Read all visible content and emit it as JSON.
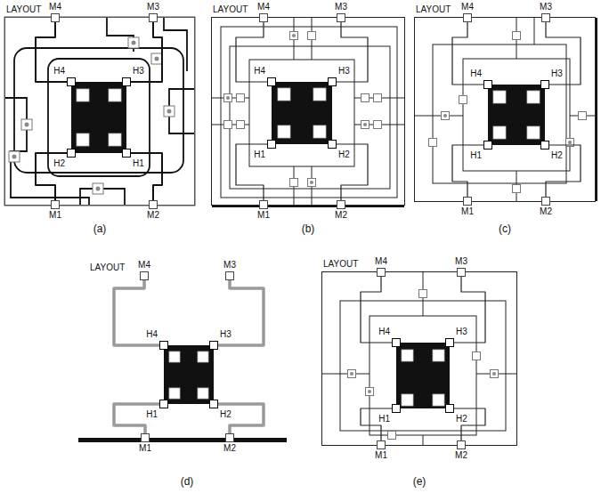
{
  "diagram": {
    "nodes": [
      {
        "text": [
          "LAYOUT"
        ]
      },
      {
        "text": [
          "M4"
        ],
        "in": 0
      },
      {
        "text": [
          "M3"
        ],
        "in": 0
      },
      {
        "text": [
          "H4"
        ],
        "in": 0
      },
      {
        "text": [
          "H3"
        ],
        "in": 0
      },
      {
        "text": [
          "H2"
        ],
        "in": 0
      },
      {
        "text": [
          "H1"
        ],
        "in": 0
      },
      {
        "text": [
          "M1"
        ],
        "in": 0
      },
      {
        "text": [
          "M2"
        ],
        "in": 0
      },
      {
        "text": [
          "LAYOUT"
        ]
      },
      {
        "text": [
          "M4"
        ],
        "in": 9
      },
      {
        "text": [
          "M3"
        ],
        "in": 9
      },
      {
        "text": [
          "H4"
        ],
        "in": 9
      },
      {
        "text": [
          "H3"
        ],
        "in": 9
      },
      {
        "text": [
          "H1"
        ],
        "in": 9
      },
      {
        "text": [
          "H2"
        ],
        "in": 9
      },
      {
        "text": [
          "M1"
        ],
        "in": 9
      },
      {
        "text": [
          "M2"
        ],
        "in": 9
      },
      {
        "text": [
          "LAYOUT"
        ]
      },
      {
        "text": [
          "M4"
        ],
        "in": 18
      },
      {
        "text": [
          "M3"
        ],
        "in": 18
      },
      {
        "text": [
          "H4"
        ],
        "in": 18
      },
      {
        "text": [
          "H3"
        ],
        "in": 18
      },
      {
        "text": [
          "H1"
        ],
        "in": 18
      },
      {
        "text": [
          "H2"
        ],
        "in": 18
      },
      {
        "text": [
          "M1"
        ],
        "in": 18
      },
      {
        "text": [
          "M2"
        ],
        "in": 18
      },
      {
        "text": [
          "LAYOUT"
        ]
      },
      {
        "text": [
          "M4"
        ],
        "in": 27
      },
      {
        "text": [
          "M3"
        ],
        "in": 27
      },
      {
        "text": [
          "H4"
        ],
        "in": 27
      },
      {
        "text": [
          "H3"
        ],
        "in": 27
      },
      {
        "text": [
          "H1"
        ],
        "in": 27
      },
      {
        "text": [
          "H2"
        ],
        "in": 27
      },
      {
        "text": [
          "M1"
        ],
        "in": 27
      },
      {
        "text": [
          "M2"
        ],
        "in": 27
      },
      {
        "text": [
          "LAYOUT"
        ]
      },
      {
        "text": [
          "M4"
        ],
        "in": 36
      },
      {
        "text": [
          "M3"
        ],
        "in": 36
      },
      {
        "text": [
          "H4"
        ],
        "in": 36
      },
      {
        "text": [
          "H3"
        ],
        "in": 36
      },
      {
        "text": [
          "H1"
        ],
        "in": 36
      },
      {
        "text": [
          "H2"
        ],
        "in": 36
      },
      {
        "text": [
          "M1"
        ],
        "in": 36
      },
      {
        "text": [
          "M2"
        ],
        "in": 36
      }
    ],
    "edges": [
      {
        "from": 1,
        "to": 3,
        "arrow": "none"
      },
      {
        "from": 2,
        "to": 4,
        "arrow": "none"
      },
      {
        "from": 7,
        "to": 5,
        "arrow": "none"
      },
      {
        "from": 8,
        "to": 6,
        "arrow": "none"
      },
      {
        "from": 10,
        "to": 12,
        "arrow": "none"
      },
      {
        "from": 11,
        "to": 13,
        "arrow": "none"
      },
      {
        "from": 16,
        "to": 14,
        "arrow": "none"
      },
      {
        "from": 17,
        "to": 15,
        "arrow": "none"
      },
      {
        "from": 19,
        "to": 21,
        "arrow": "none"
      },
      {
        "from": 20,
        "to": 22,
        "arrow": "none"
      },
      {
        "from": 25,
        "to": 23,
        "arrow": "none"
      },
      {
        "from": 26,
        "to": 24,
        "arrow": "none"
      },
      {
        "from": 28,
        "to": 30,
        "arrow": "none"
      },
      {
        "from": 29,
        "to": 31,
        "arrow": "none"
      },
      {
        "from": 34,
        "to": 32,
        "arrow": "none"
      },
      {
        "from": 35,
        "to": 33,
        "arrow": "none"
      },
      {
        "from": 37,
        "to": 39,
        "arrow": "none"
      },
      {
        "from": 38,
        "to": 40,
        "arrow": "none"
      },
      {
        "from": 43,
        "to": 41,
        "arrow": "none"
      },
      {
        "from": 44,
        "to": 42,
        "arrow": "none"
      }
    ],
    "labels": [
      "(a)",
      "(b)",
      "(c)",
      "(d)",
      "(e)"
    ]
  }
}
